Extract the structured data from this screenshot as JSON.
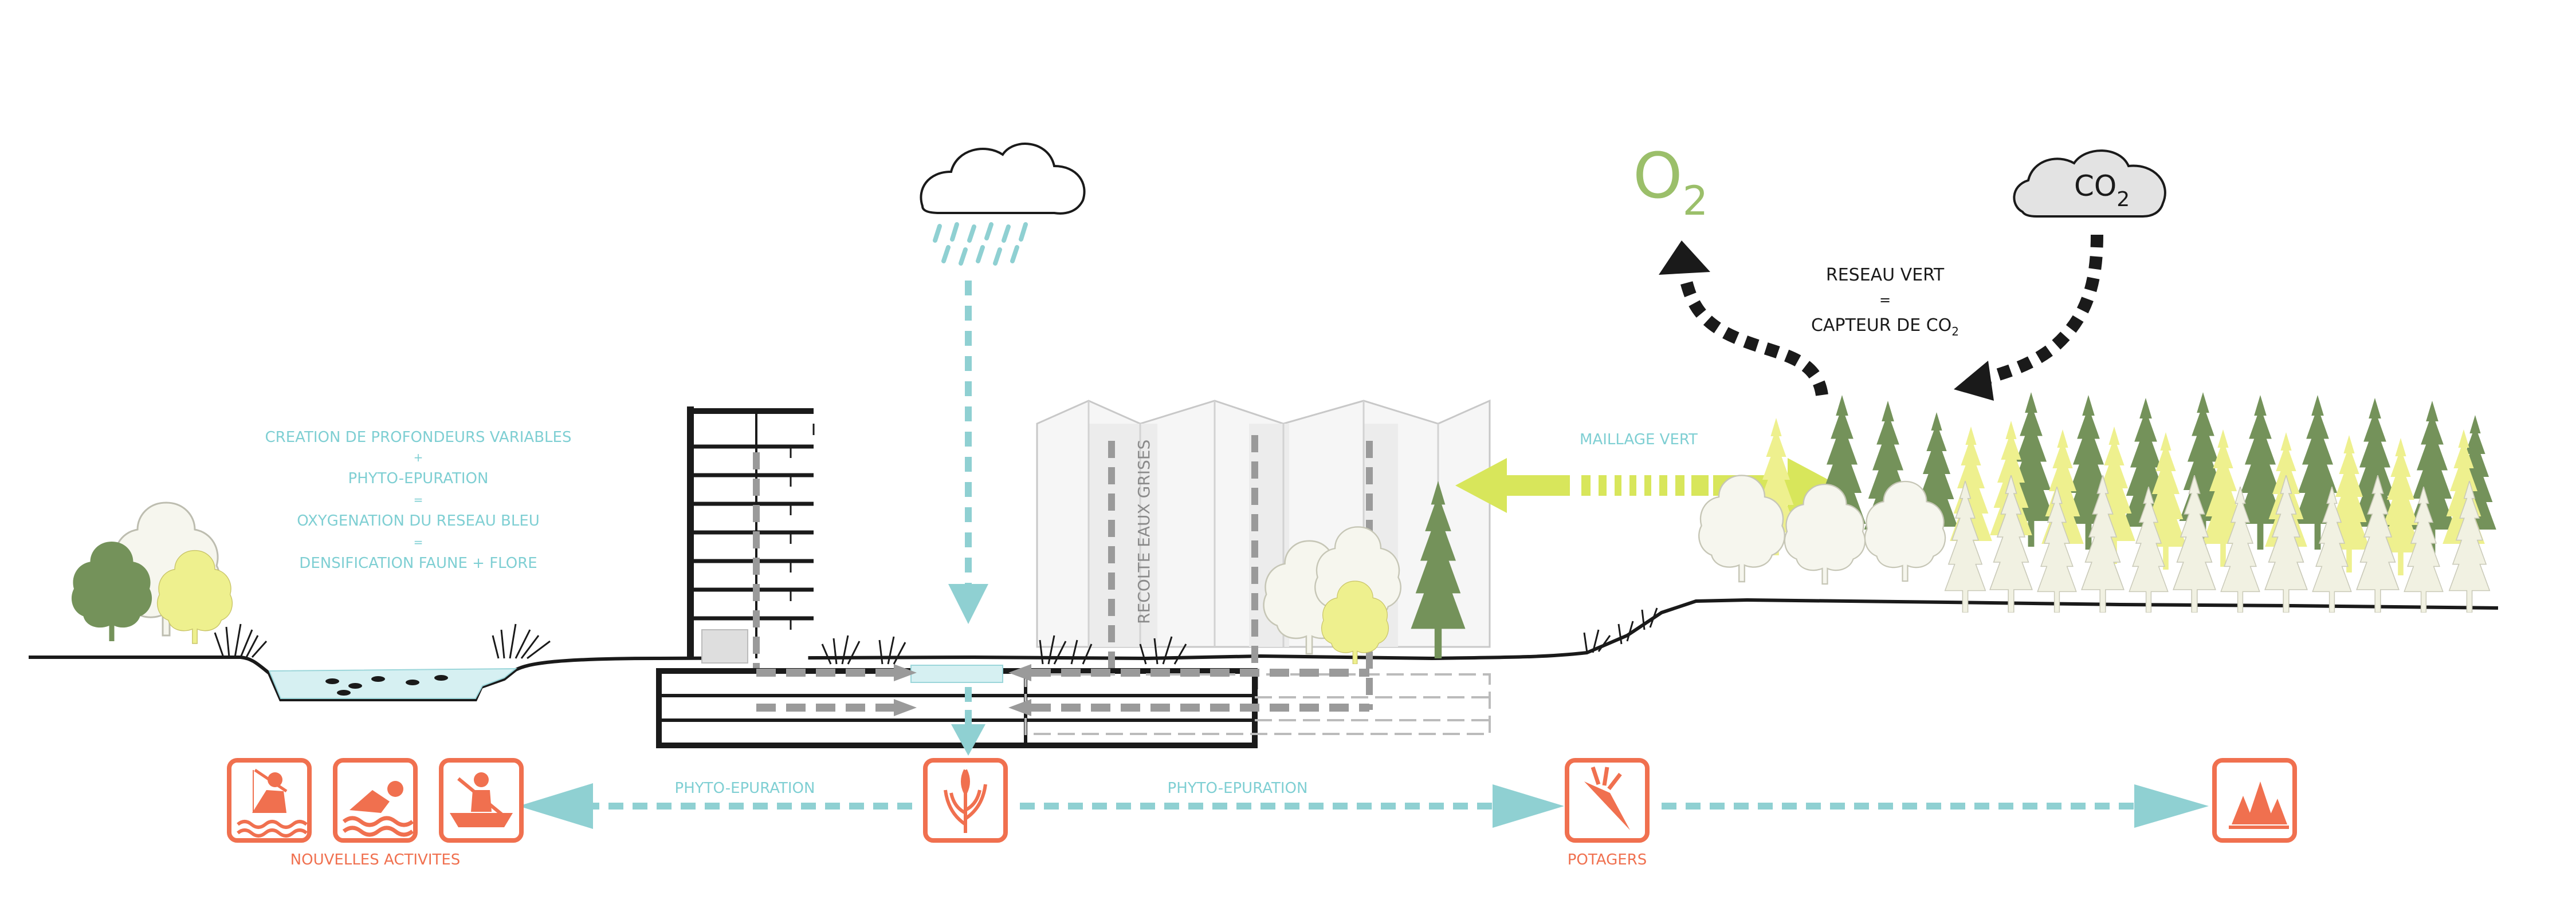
{
  "colors": {
    "water": "#8fd0d2",
    "water_text": "#7fcfd3",
    "green_arrow": "#d8e65b",
    "orange": "#f0704f",
    "o2_green": "#9bbf6a",
    "tree_dark": "#74925a",
    "tree_yellow": "#eef08e",
    "tree_pale": "#eeeede",
    "ground": "#1a1a1a",
    "grey_arrow": "#9a9a9a",
    "cloud_grey": "#e3e3e3"
  },
  "text": {
    "blue_network_lines": [
      "CREATION DE PROFONDEURS VARIABLES",
      "+",
      "PHYTO-EPURATION",
      "=",
      "OXYGENATION DU RESEAU BLEU",
      "=",
      "DENSIFICATION FAUNE + FLORE"
    ],
    "grey_water": "RECOLTE EAUX GRISES",
    "green_mesh": "MAILLAGE VERT",
    "green_network_title": "RESEAU VERT",
    "green_network_eq": "=",
    "green_network_capture": "CAPTEUR DE CO",
    "co2_sub": "2",
    "o2_main": "O",
    "o2_sub": "2",
    "co2_cloud_main": "CO",
    "co2_cloud_sub": "2",
    "phyto_left": "PHYTO-EPURATION",
    "phyto_right": "PHYTO-EPURATION",
    "new_activities": "NOUVELLES ACTIVITES",
    "gardens": "POTAGERS"
  },
  "icons": {
    "activity_1": "fishing-icon",
    "activity_2": "swimming-icon",
    "activity_3": "canoe-icon",
    "plant": "reed-plant-icon",
    "garden": "carrot-icon",
    "forest": "forest-icon"
  }
}
